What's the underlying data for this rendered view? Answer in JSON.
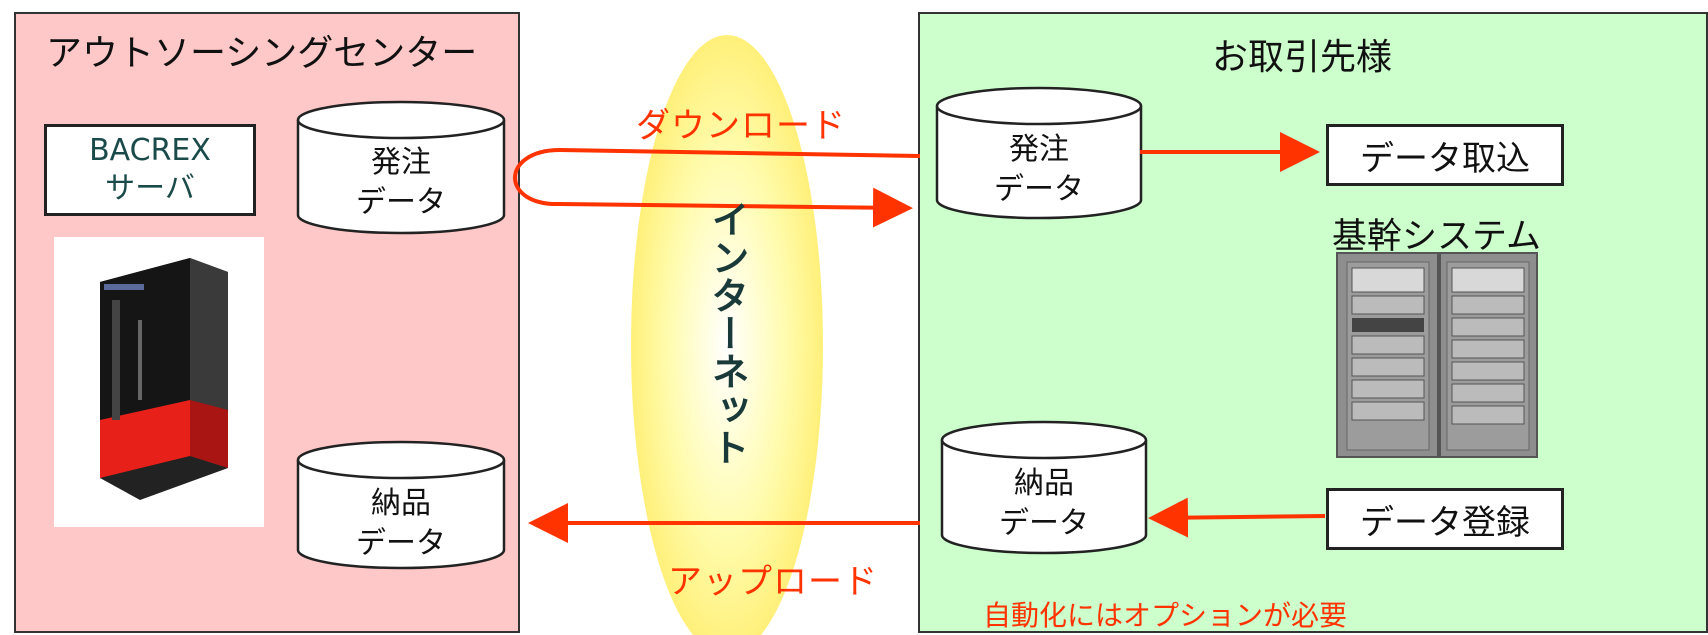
{
  "outsourcing": {
    "title": "アウトソーシングセンター",
    "bacrex_line1": "BACREX",
    "bacrex_line2": "サーバ"
  },
  "partner": {
    "title": "お取引先様",
    "core_system": "基幹システム",
    "note": "自動化にはオプションが必要"
  },
  "db": {
    "order_left": {
      "line1": "発注",
      "line2": "データ"
    },
    "delivery_left": {
      "line1": "納品",
      "line2": "データ"
    },
    "order_right": {
      "line1": "発注",
      "line2": "データ"
    },
    "delivery_right": {
      "line1": "納品",
      "line2": "データ"
    }
  },
  "actions": {
    "data_import": "データ取込",
    "data_register": "データ登録"
  },
  "network": {
    "download": "ダウンロード",
    "upload": "アップロード",
    "internet": "インターネット"
  },
  "colors": {
    "left_panel": "#ffc8c8",
    "right_panel": "#ccffcc",
    "arrow": "#ff3300",
    "ellipse": "#ffff99"
  }
}
